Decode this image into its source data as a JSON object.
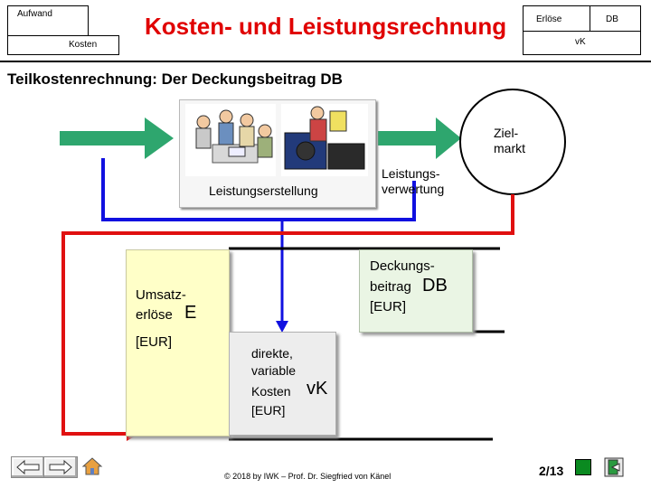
{
  "header": {
    "title": "Kosten- und Leistungsrechnung",
    "left_top": "Aufwand",
    "left_bottom": "Kosten",
    "right_top": "Erlöse",
    "right_top2": "DB",
    "right_bottom": "vK"
  },
  "subtitle": "Teilkostenrechnung: Der Deckungsbeitrag DB",
  "diagram": {
    "leistungserstellung": "Leistungserstellung",
    "leistungsverwertung_1": "Leistungs-",
    "leistungsverwertung_2": "verwertung",
    "zielmarkt_1": "Ziel-",
    "zielmarkt_2": "markt",
    "umsatz_1": "Umsatz-",
    "umsatz_2": "erlöse",
    "umsatz_sym": "E",
    "umsatz_unit": "[EUR]",
    "db_1": "Deckungs-",
    "db_2": "beitrag",
    "db_sym": "DB",
    "db_unit": "[EUR]",
    "vk_1": "direkte,",
    "vk_2": "variable",
    "vk_3": "Kosten",
    "vk_sym": "vK",
    "vk_unit": "[EUR]"
  },
  "footer": {
    "copyright": "© 2018 by IWK – Prof. Dr. Siegfried von Känel",
    "page": "2/13"
  },
  "colors": {
    "title": "#e00000",
    "arrow_green": "#2ea66e",
    "blue": "#1010e0",
    "red": "#e01010",
    "yellow_bar": "#ffffc8"
  },
  "icons": [
    "back-arrow-icon",
    "forward-arrow-icon",
    "home-icon",
    "green-square-icon",
    "exit-icon"
  ]
}
